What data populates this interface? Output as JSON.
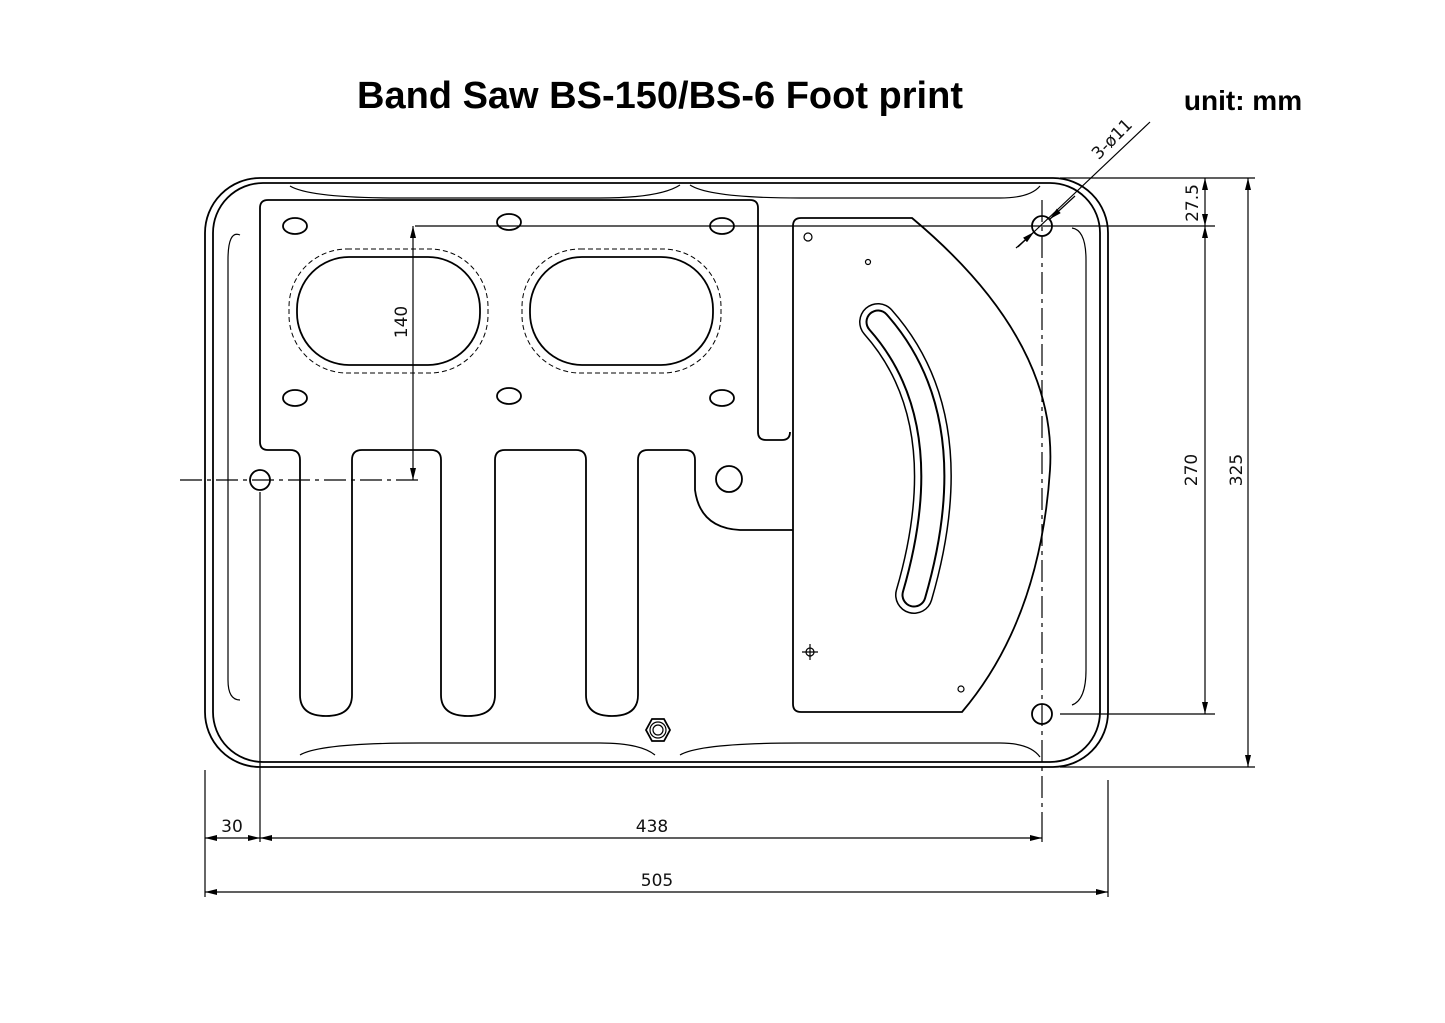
{
  "title": "Band Saw BS-150/BS-6 Foot print",
  "unit_label": "unit: mm",
  "dimensions": {
    "hole_spec": "3-ø11",
    "left_offset": "30",
    "hole_span_width": "438",
    "overall_width": "505",
    "hole_vertical_offset": "140",
    "top_offset": "27.5",
    "hole_span_depth": "270",
    "overall_depth": "325"
  }
}
